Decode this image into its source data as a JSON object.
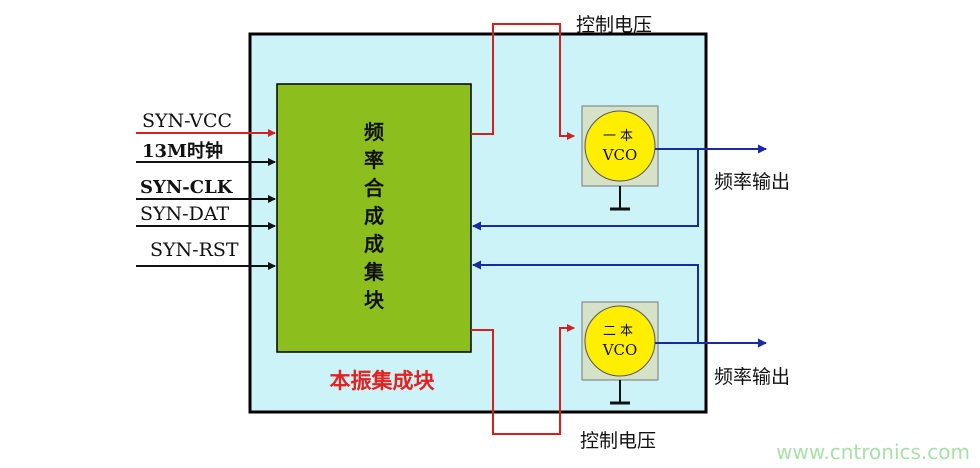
{
  "module": {
    "label": "本振集成块",
    "fill": "#ccf4f8",
    "label_color": "#e52020"
  },
  "synth_chip": {
    "label_chars": [
      "频",
      "率",
      "合",
      "成",
      "成",
      "集",
      "块"
    ],
    "fill": "#8cbf1d"
  },
  "inputs": [
    {
      "label": "SYN-VCC"
    },
    {
      "label": "13M时钟"
    },
    {
      "label": "SYN-CLK"
    },
    {
      "label": "SYN-DAT"
    },
    {
      "label": "SYN-RST"
    }
  ],
  "vco_top": {
    "prefix": "一本",
    "label": "VCO"
  },
  "vco_bottom": {
    "prefix": "二本",
    "label": "VCO"
  },
  "control_voltage_top": "控制电压",
  "control_voltage_bottom": "控制电压",
  "freq_out_top": "频率输出",
  "freq_out_bottom": "频率输出",
  "watermark": "www.cntronics.com",
  "colors": {
    "red_line": "#d42020",
    "blue_line": "#1a2aa0",
    "black_line": "#111111",
    "vco_fill": "#ffee00",
    "vco_box": "#d6e2c8",
    "watermark": "#a9e0a9"
  }
}
